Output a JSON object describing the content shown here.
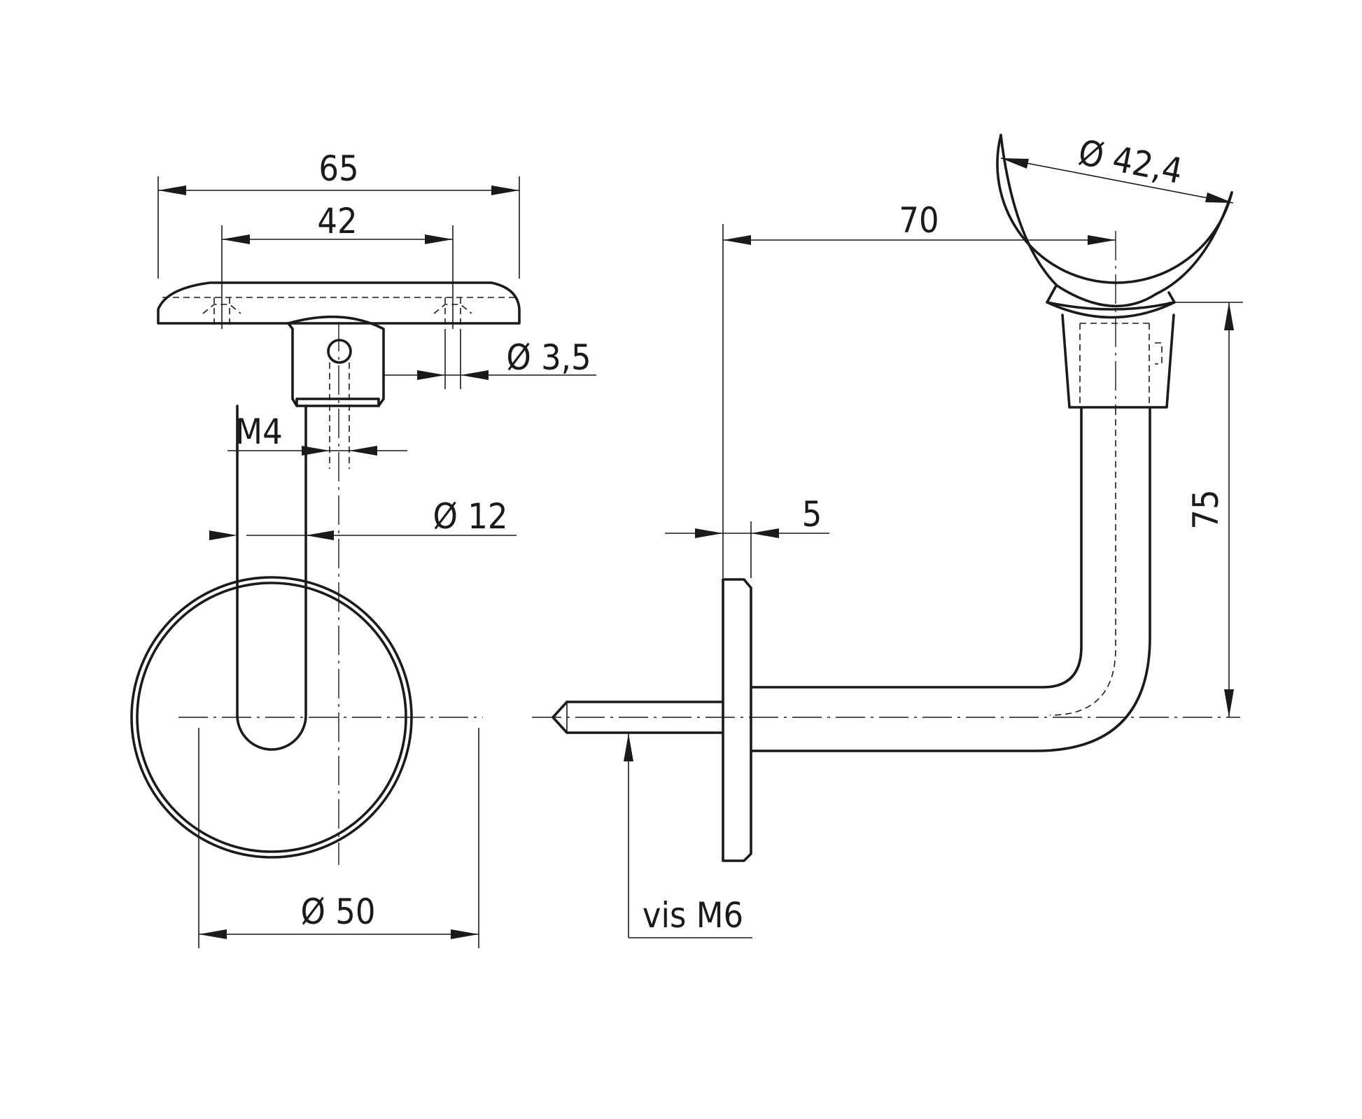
{
  "drawing": {
    "front_view": {
      "dim_overall_width": "65",
      "dim_hole_spacing": "42",
      "dim_hole_diameter": "Ø 3,5",
      "dim_thread": "M4",
      "dim_tube_diameter": "Ø 12",
      "dim_wall_plate_diameter": "Ø 50"
    },
    "side_view": {
      "dim_handrail_diameter": "Ø 42,4",
      "dim_projection": "70",
      "dim_plate_thickness": "5",
      "dim_height": "75",
      "label_screw": "vis M6"
    }
  }
}
